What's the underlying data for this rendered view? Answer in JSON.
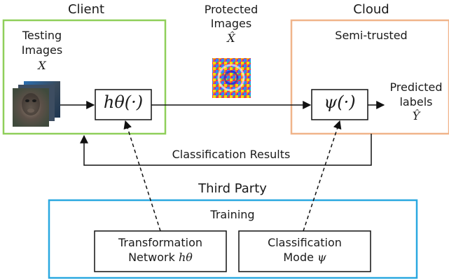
{
  "client": {
    "title": "Client",
    "testing_line1": "Testing",
    "testing_line2": "Images",
    "testing_var": "X",
    "h_func": "hθ(·)"
  },
  "protected": {
    "line1": "Protected",
    "line2": "Images",
    "var": "X̂"
  },
  "cloud": {
    "title": "Cloud",
    "subtitle": "Semi-trusted",
    "psi_func": "ψ(·)",
    "pred_line1": "Predicted",
    "pred_line2": "labels",
    "pred_var": "Ŷ"
  },
  "results_label": "Classification Results",
  "third_party": {
    "title": "Third Party",
    "training": "Training",
    "transform_line1": "Transformation",
    "transform_line2": "Network",
    "transform_var": "hθ",
    "class_line1": "Classification",
    "class_line2": "Mode",
    "class_var": "ψ"
  },
  "colors": {
    "client_border": "#8fcf5a",
    "cloud_border": "#f0b48a",
    "third_border": "#2aa8e0",
    "line": "#111111"
  }
}
